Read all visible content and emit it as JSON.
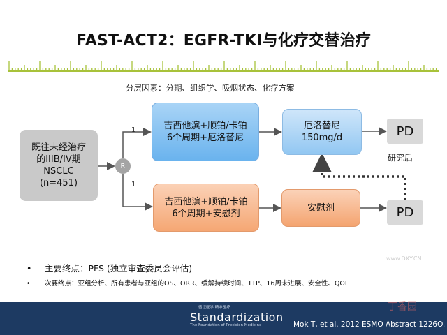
{
  "title": "FAST-ACT2：EGFR-TKI与化疗交替治疗",
  "stratification": "分层因素：分期、组织学、吸烟状态、化疗方案",
  "entry": {
    "lines": [
      "既往未经治疗",
      "的IIIB/IV期",
      "NSCLC",
      "(n=451)"
    ]
  },
  "randomize": {
    "label": "R",
    "ratio_top": "1",
    "ratio_bottom": "1"
  },
  "arm_upper": {
    "lines": [
      "吉西他滨+顺铂/卡铂",
      "6个周期+厄洛替尼"
    ]
  },
  "arm_lower": {
    "lines": [
      "吉西他滨+顺铂/卡铂",
      "6个周期+安慰剂"
    ]
  },
  "maint_upper": {
    "lines": [
      "厄洛替尼",
      "150mg/d"
    ]
  },
  "maint_lower": {
    "label": "安慰剂"
  },
  "pd_label": "PD",
  "after_label": "研究后",
  "endpoints": {
    "primary": "主要终点：PFS (独立审查委员会评估)",
    "secondary": "次要终点：亚组分析、所有患者与亚组的OS、ORR、缓解持续时间、TTP、16周未进展、安全性、QOL",
    "bullet": "•"
  },
  "footer": {
    "logo_top": "循证医学 精准医疗",
    "logo_main": "Standardization",
    "logo_sub": "The Foundation of Precision Medicine",
    "citation": "Mok T, et al. 2012 ESMO Abstract 1226O."
  },
  "watermark": "丁香园",
  "watermark_url": "www.DXY.CN",
  "colors": {
    "accent_ruler": "#a8c23a",
    "arm_blue": "#6ab3ee",
    "arm_orange": "#f5a774",
    "footer_navy": "#1d3a62"
  }
}
